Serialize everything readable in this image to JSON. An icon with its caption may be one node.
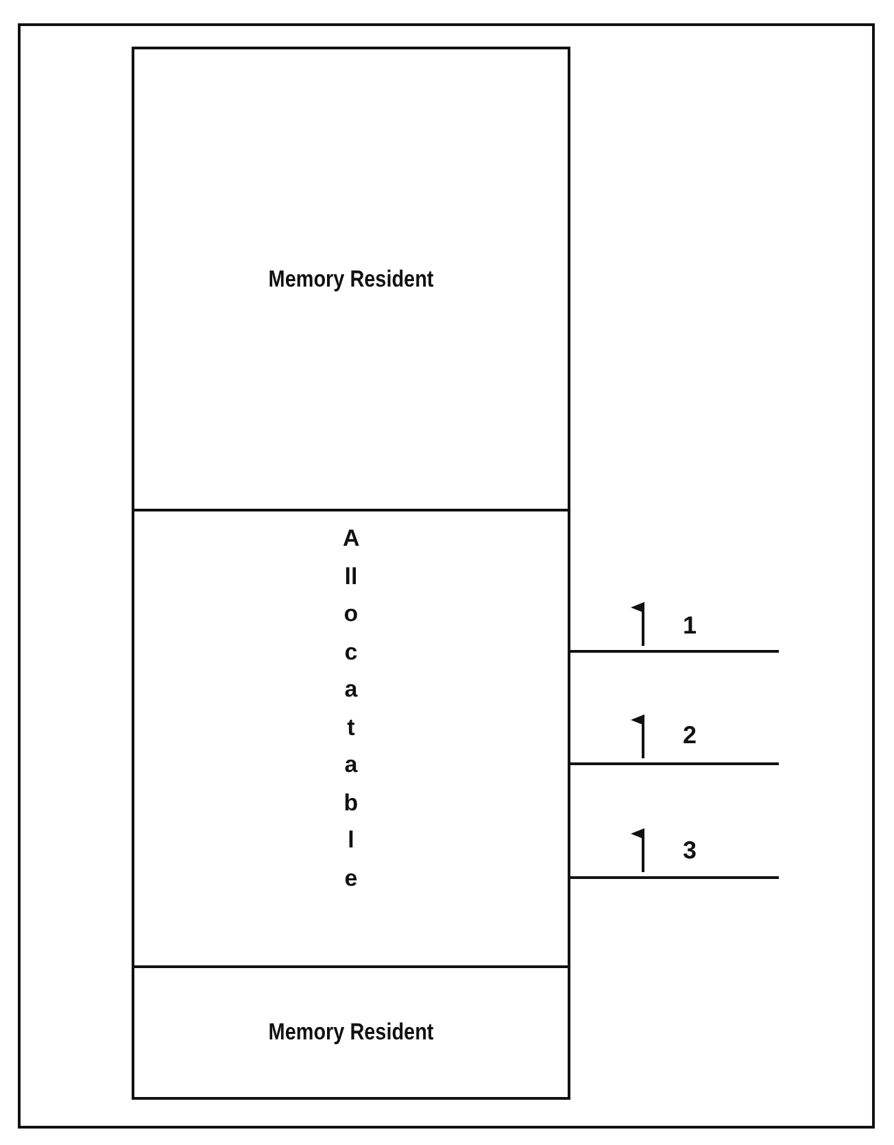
{
  "diagram": {
    "nodes": [
      {
        "text": [
          "Memory Resident"
        ]
      },
      {
        "text": [
          "Allocatable"
        ]
      },
      {
        "text": [
          "Memory Resident"
        ]
      }
    ],
    "labels": [
      "1",
      "2",
      "3"
    ]
  }
}
